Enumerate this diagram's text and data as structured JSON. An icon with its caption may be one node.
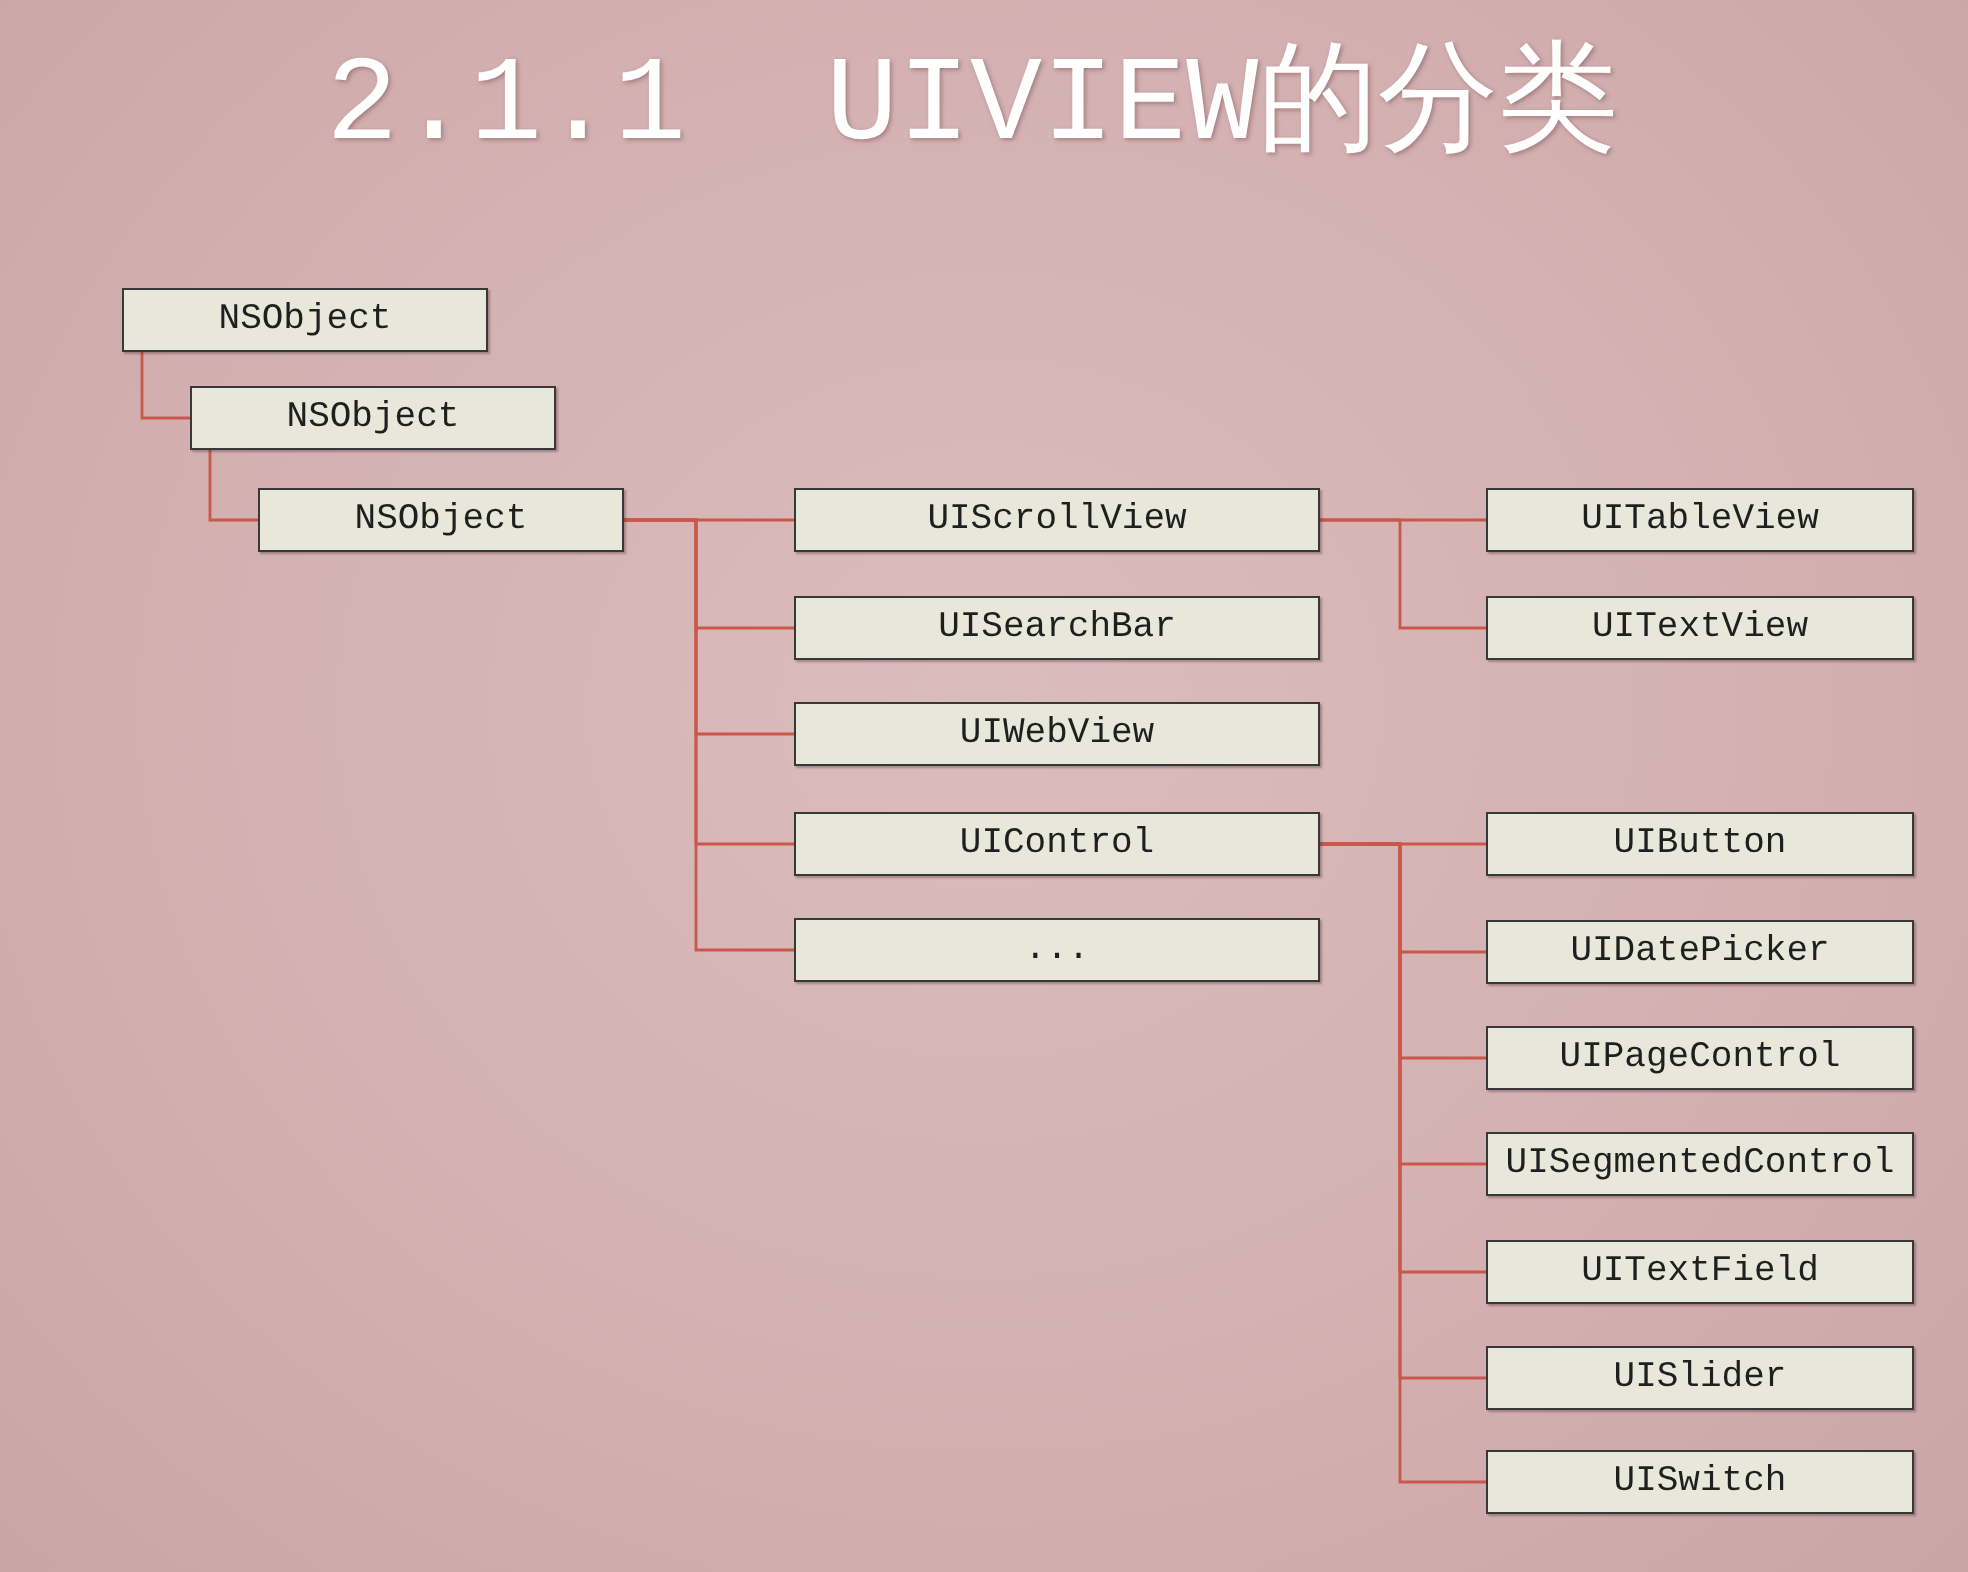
{
  "diagram": {
    "title": "2.1.1 UIVIEW的分类",
    "nodes": [
      {
        "text": [
          "NSObject"
        ]
      },
      {
        "text": [
          "NSObject"
        ]
      },
      {
        "text": [
          "NSObject"
        ]
      },
      {
        "text": [
          "UIScrollView"
        ]
      },
      {
        "text": [
          "UISearchBar"
        ]
      },
      {
        "text": [
          "UIWebView"
        ]
      },
      {
        "text": [
          "UIControl"
        ]
      },
      {
        "text": [
          "..."
        ]
      },
      {
        "text": [
          "UITableView"
        ]
      },
      {
        "text": [
          "UITextView"
        ]
      },
      {
        "text": [
          "UIButton"
        ]
      },
      {
        "text": [
          "UIDatePicker"
        ]
      },
      {
        "text": [
          "UIPageControl"
        ]
      },
      {
        "text": [
          "UISegmentedControl"
        ]
      },
      {
        "text": [
          "UITextField"
        ]
      },
      {
        "text": [
          "UISlider"
        ]
      },
      {
        "text": [
          "UISwitch"
        ]
      }
    ],
    "edges": [
      {
        "from": 0,
        "to": 1,
        "arrow": "none"
      },
      {
        "from": 1,
        "to": 2,
        "arrow": "none"
      },
      {
        "from": 2,
        "to": 3,
        "arrow": "none"
      },
      {
        "from": 2,
        "to": 4,
        "arrow": "none"
      },
      {
        "from": 2,
        "to": 5,
        "arrow": "none"
      },
      {
        "from": 2,
        "to": 6,
        "arrow": "none"
      },
      {
        "from": 2,
        "to": 7,
        "arrow": "none"
      },
      {
        "from": 3,
        "to": 8,
        "arrow": "none"
      },
      {
        "from": 3,
        "to": 9,
        "arrow": "none"
      },
      {
        "from": 6,
        "to": 10,
        "arrow": "none"
      },
      {
        "from": 6,
        "to": 11,
        "arrow": "none"
      },
      {
        "from": 6,
        "to": 12,
        "arrow": "none"
      },
      {
        "from": 6,
        "to": 13,
        "arrow": "none"
      },
      {
        "from": 6,
        "to": 14,
        "arrow": "none"
      },
      {
        "from": 6,
        "to": 15,
        "arrow": "none"
      },
      {
        "from": 6,
        "to": 16,
        "arrow": "none"
      }
    ]
  }
}
